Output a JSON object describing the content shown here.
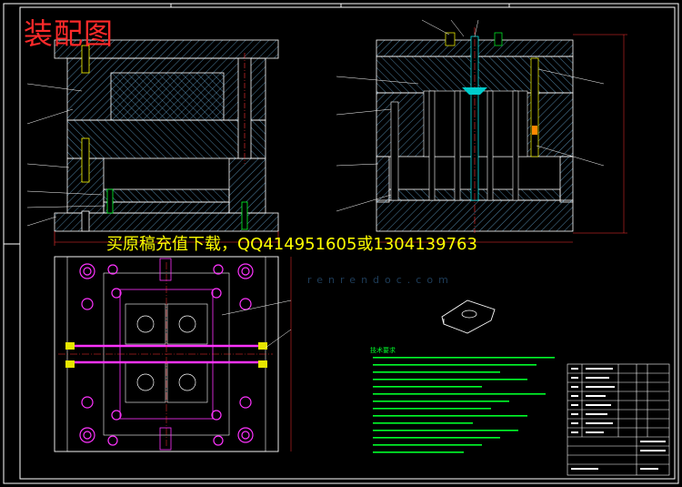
{
  "drawing": {
    "title": "装配图",
    "banner": "买原稿充值下载，QQ414951605或1304139763",
    "watermark": "renrendoc.com",
    "notes_title": "技术要求",
    "colors": {
      "background": "#000000",
      "frame": "#ffffff",
      "hatch": "#8fd0ff",
      "title_text": "#ff2a2a",
      "banner_text": "#ffff00",
      "notes_text": "#00ff2a",
      "magenta": "#ff33ff",
      "yellow": "#e6e600",
      "cyan": "#00ffff",
      "red": "#ff3333"
    }
  }
}
